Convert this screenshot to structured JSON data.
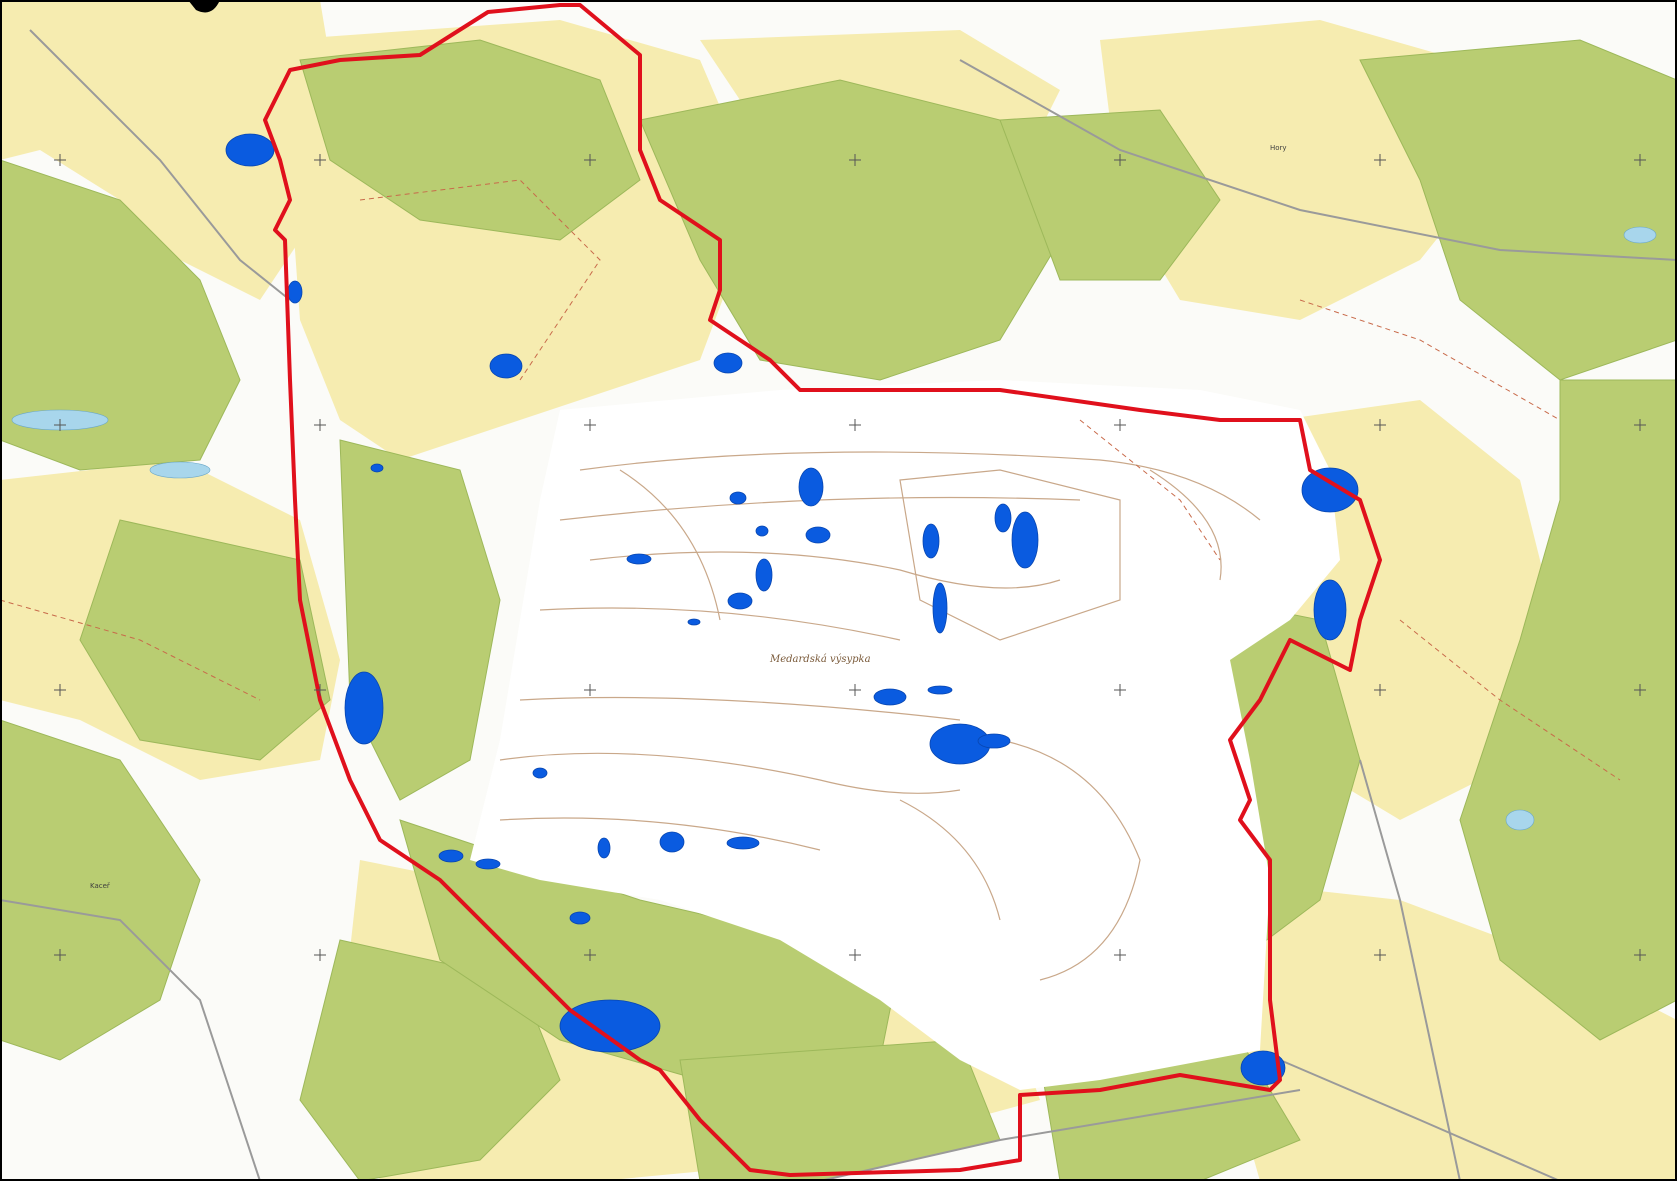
{
  "map": {
    "colors": {
      "background": "#fbfbf8",
      "meadow": "#f6ecb0",
      "meadow_dark": "#ecd98a",
      "forest": "#b9cd72",
      "forest_dark": "#9db85a",
      "mine_area": "#ffffff",
      "water": "#0a5be0",
      "water_light": "#a8d6ec",
      "boundary": "#e0101c",
      "contour": "#c9a88a",
      "road": "#9a9a9a",
      "trail": "#c86a4a",
      "frame": "#000000"
    },
    "labels": {
      "mine_name": "Medardská výsypka",
      "village_ne": "Hory",
      "village_nw": "Kaceř"
    }
  }
}
